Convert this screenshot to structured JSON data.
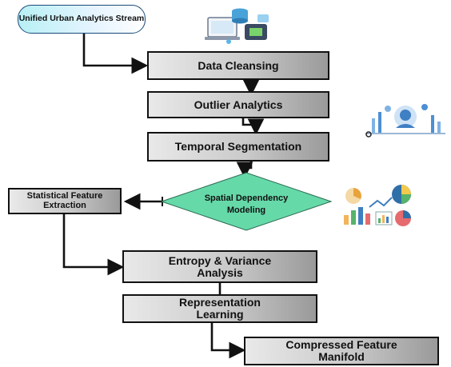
{
  "nodes": {
    "source": "Unified Urban Analytics Stream",
    "cleansing": "Data Cleansing",
    "outlier": "Outlier Analytics",
    "temporal": "Temporal Segmentation",
    "spatial": "Spatial Dependency Modeling",
    "statistical": "Statistical Feature Extraction",
    "entropy": "Entropy & Variance Analysis",
    "representation": "Representation Learning",
    "compressed": "Compressed Feature Manifold"
  },
  "icons": {
    "top": "computer-database-icon",
    "middle": "data-analytics-illustration-icon",
    "right": "charts-illustration-icon"
  },
  "colors": {
    "diamond": "#66d9a9",
    "source_pill": "#b8f0f4",
    "box_border": "#111111",
    "arrow": "#111111"
  }
}
